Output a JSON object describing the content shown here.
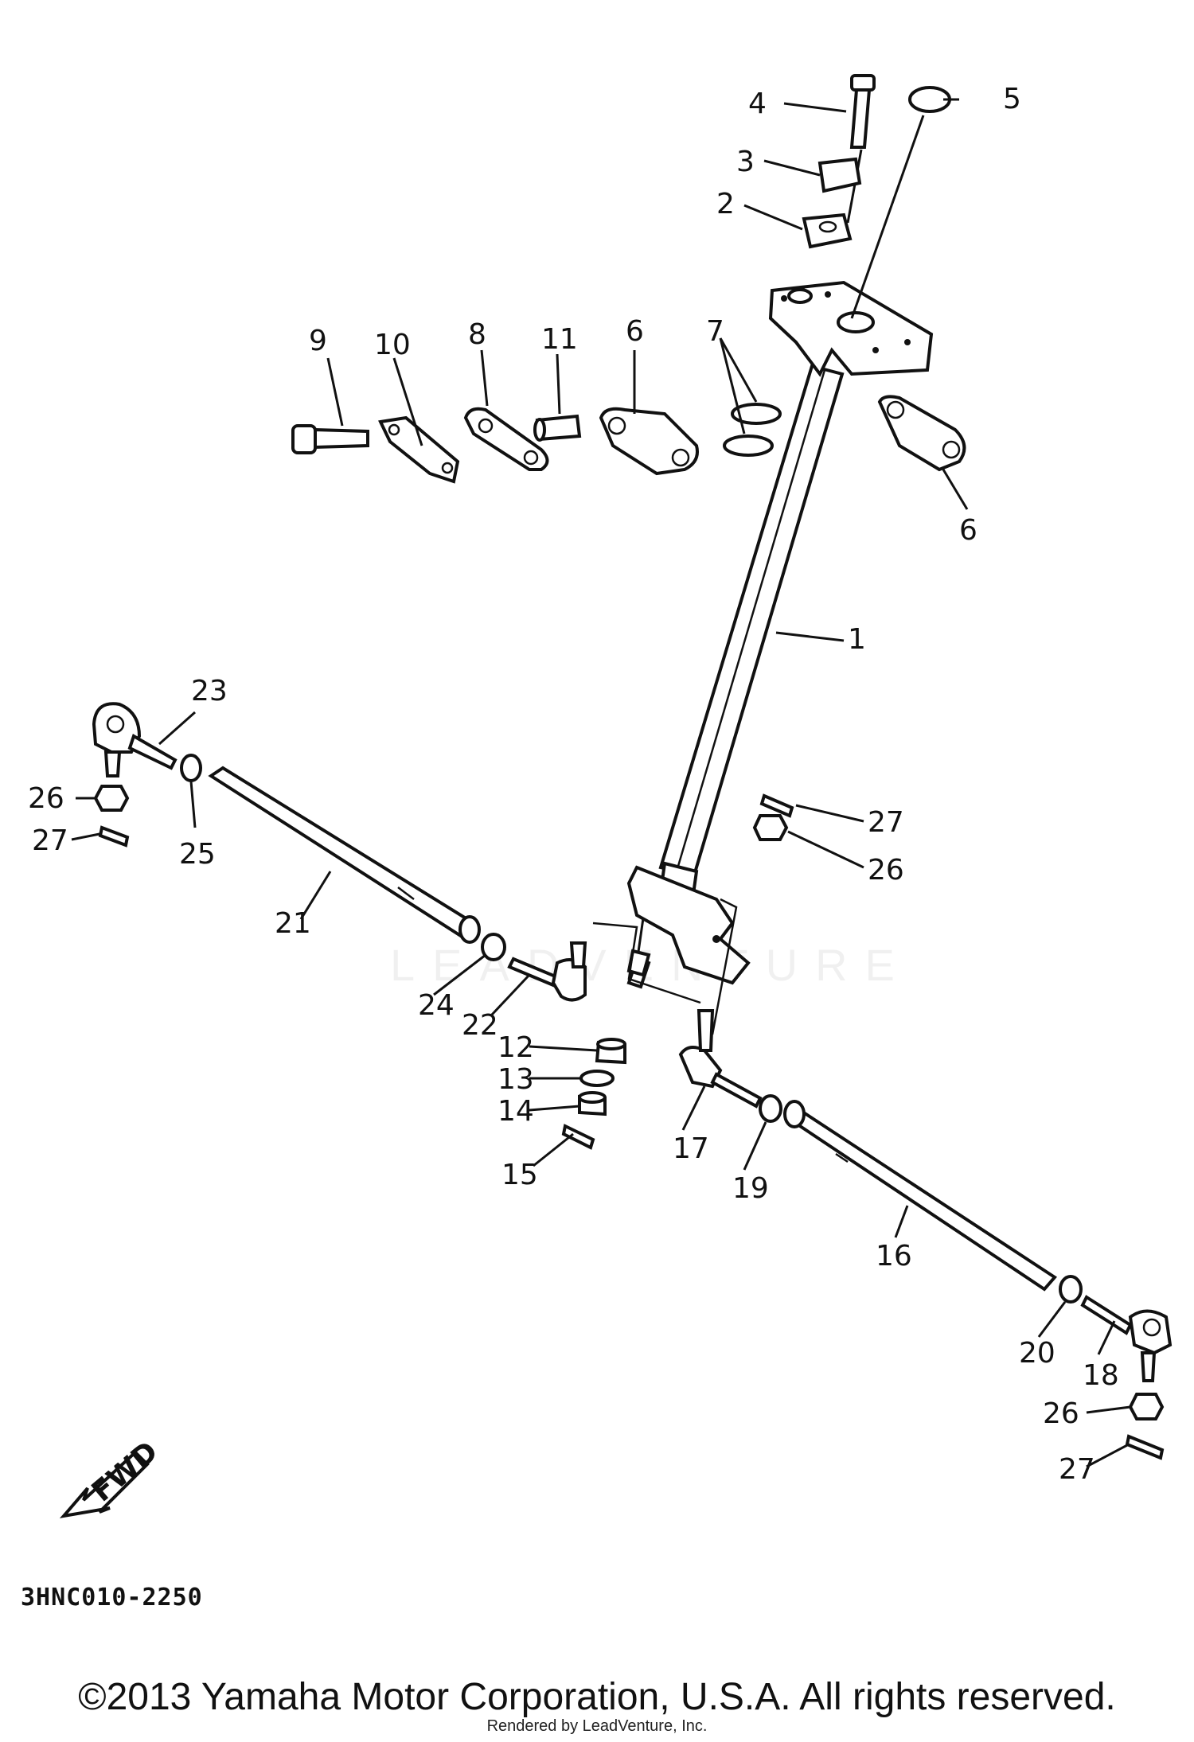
{
  "diagram": {
    "title": "",
    "labels": {
      "l1": "1",
      "l2": "2",
      "l3": "3",
      "l4": "4",
      "l5": "5",
      "l6a": "6",
      "l6b": "6",
      "l7": "7",
      "l8": "8",
      "l9": "9",
      "l10": "10",
      "l11": "11",
      "l12": "12",
      "l13": "13",
      "l14": "14",
      "l15": "15",
      "l16": "16",
      "l17": "17",
      "l18": "18",
      "l19": "19",
      "l20": "20",
      "l21": "21",
      "l22": "22",
      "l23": "23",
      "l24": "24",
      "l25": "25",
      "l26a": "26",
      "l26b": "26",
      "l26c": "26",
      "l27a": "27",
      "l27b": "27",
      "l27c": "27"
    },
    "fwd_label": "FWD",
    "diagram_code": "3HNC010-2250",
    "watermark": "LEADVENTURE"
  },
  "footer": {
    "copyright": "©2013 Yamaha Motor Corporation, U.S.A. All rights reserved.",
    "rendered_by": "Rendered by LeadVenture, Inc."
  }
}
